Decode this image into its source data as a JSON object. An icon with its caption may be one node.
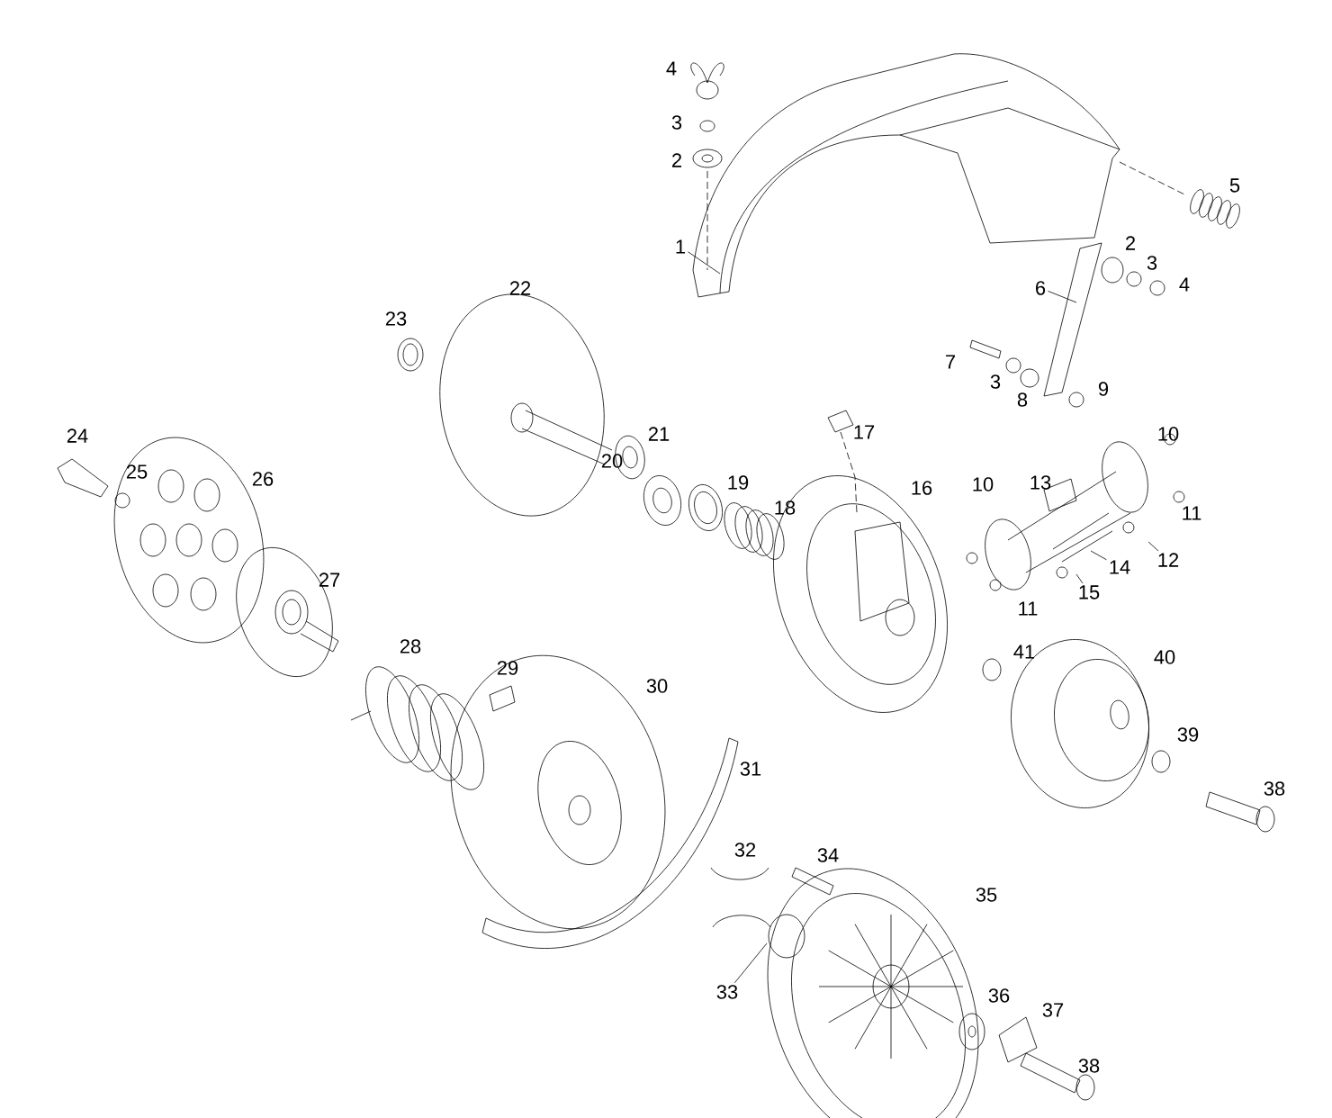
{
  "diagram": {
    "nodes": [
      {
        "text": [
          "1"
        ]
      },
      {
        "text": [
          "6"
        ]
      },
      {
        "text": [
          "12"
        ]
      },
      {
        "text": [
          "14"
        ]
      },
      {
        "text": [
          "15"
        ]
      },
      {
        "text": [
          "33"
        ]
      }
    ],
    "edges": [
      {
        "from": 0,
        "to": null,
        "arrow": "none"
      },
      {
        "from": 1,
        "to": null,
        "arrow": "none"
      },
      {
        "from": 2,
        "to": null,
        "arrow": "none"
      },
      {
        "from": 3,
        "to": null,
        "arrow": "none"
      },
      {
        "from": 4,
        "to": null,
        "arrow": "none"
      },
      {
        "from": 5,
        "to": null,
        "arrow": "none"
      }
    ],
    "labels": [
      "4",
      "3",
      "2",
      "5",
      "2",
      "3",
      "4",
      "7",
      "3",
      "8",
      "9",
      "17",
      "10",
      "22",
      "23",
      "21",
      "20",
      "19",
      "18",
      "16",
      "10",
      "13",
      "11",
      "11",
      "24",
      "25",
      "26",
      "27",
      "28",
      "29",
      "30",
      "31",
      "41",
      "40",
      "39",
      "38",
      "32",
      "34",
      "35",
      "36",
      "37",
      "38"
    ]
  }
}
